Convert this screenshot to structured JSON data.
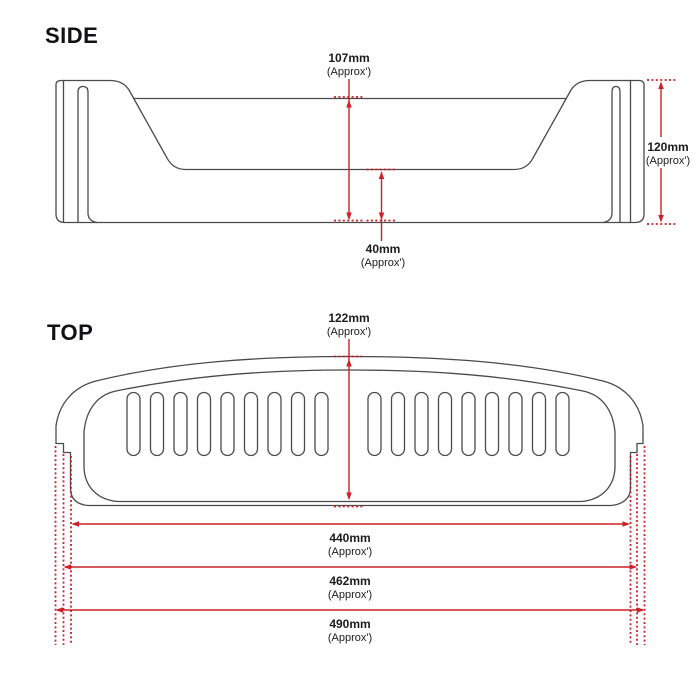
{
  "colors": {
    "background": "#ffffff",
    "outline": "#4a4a4c",
    "dimension_red": "#cc2127",
    "text": "#1b1b1d"
  },
  "side_view": {
    "title": "SIDE",
    "dimensions": {
      "inner_height": {
        "value": "107mm",
        "approx": "(Approx')"
      },
      "overall_height": {
        "value": "120mm",
        "approx": "(Approx')"
      },
      "base_height": {
        "value": "40mm",
        "approx": "(Approx')"
      }
    }
  },
  "top_view": {
    "title": "TOP",
    "slots": {
      "count": 18,
      "groups": 2,
      "per_group": 9
    },
    "dimensions": {
      "depth": {
        "value": "122mm",
        "approx": "(Approx')"
      },
      "inner_width": {
        "value": "440mm",
        "approx": "(Approx')"
      },
      "mid_width": {
        "value": "462mm",
        "approx": "(Approx')"
      },
      "overall_width": {
        "value": "490mm",
        "approx": "(Approx')"
      }
    }
  }
}
